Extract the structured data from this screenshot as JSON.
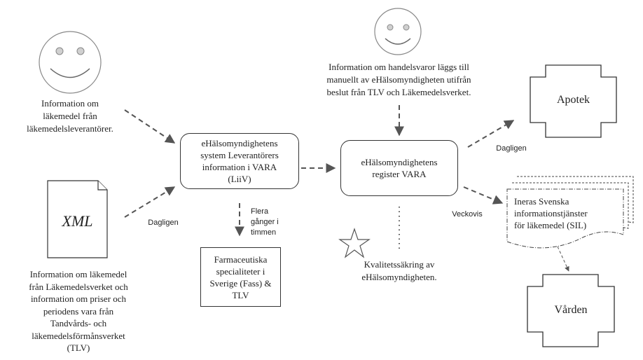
{
  "nodes": {
    "lev_info": "Information om\nläkemedel från\nläkemedelsleverantörer.",
    "xml_label": "XML",
    "tlv_info": "Information om läkemedel\nfrån Läkemedelsverket och\ninformation om priser och\nperiodens vara från\nTandvårds- och\nläkemedelsförmånsverket\n(TLV)",
    "liiv": "eHälsomyndighetens\nsystem Leverantörers\ninformation i VARA\n(LiiV)",
    "fass": "Farmaceutiska\nspecialiteter i\nSverige (Fass) &\nTLV",
    "handel_info": "Information om handelsvaror läggs till\nmanuellt av eHälsomyndigheten utifrån\nbeslut från TLV och Läkemedelsverket.",
    "vara": "eHälsomyndighetens\nregister VARA",
    "kvalitet": "Kvalitetssäkring av\neHälsomyndigheten.",
    "apotek": "Apotek",
    "sil": "Ineras Svenska\ninformationstjänster\nför läkemedel (SIL)",
    "varden": "Vården"
  },
  "edges": {
    "dagligen_xml": "Dagligen",
    "flera": "Flera\ngånger i\ntimmen",
    "dagligen_apotek": "Dagligen",
    "veckovis": "Veckovis"
  }
}
